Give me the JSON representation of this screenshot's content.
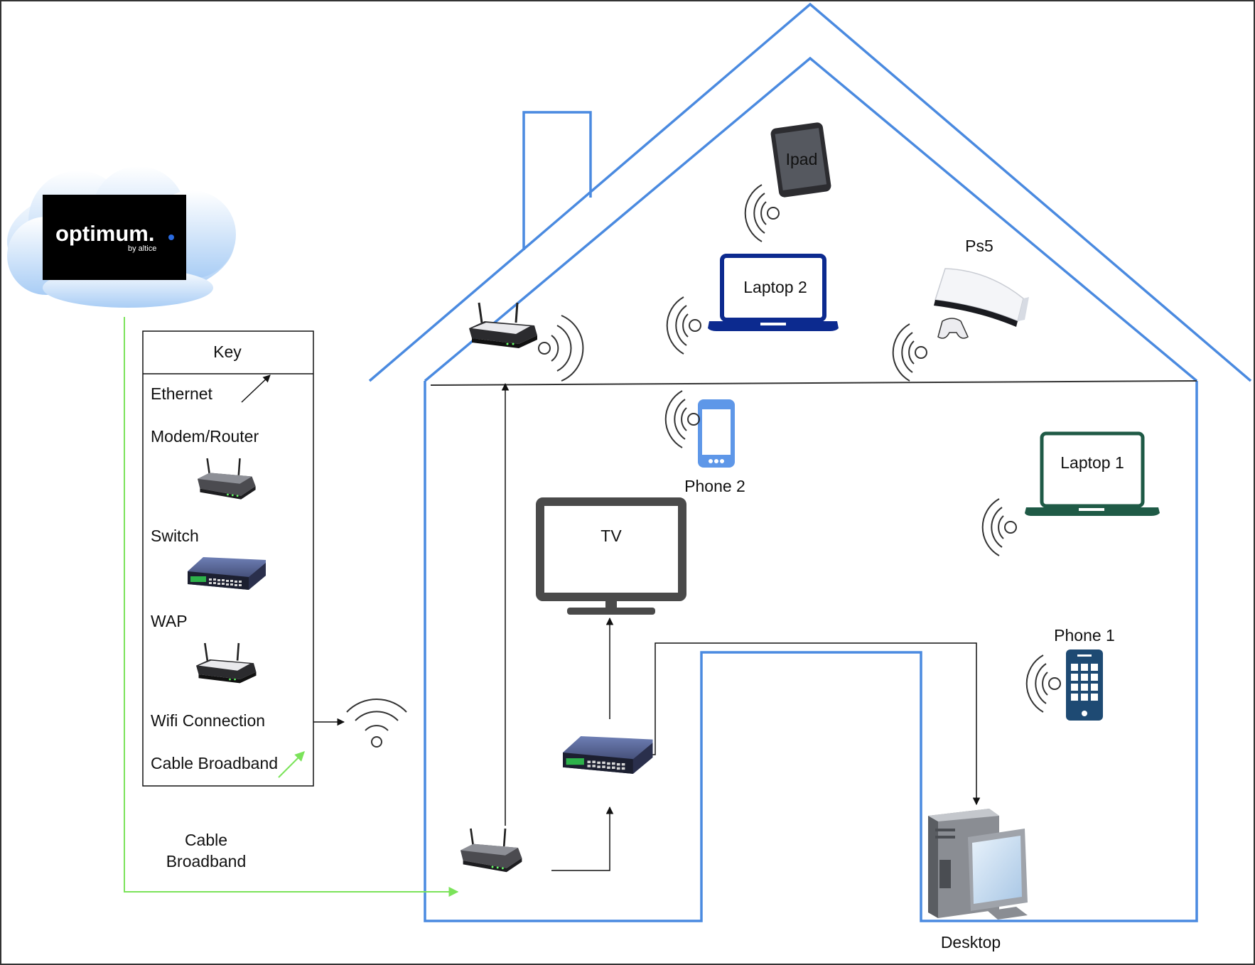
{
  "isp": {
    "brand": "optimum.",
    "tagline": "by altice"
  },
  "key": {
    "title": "Key",
    "ethernet": "Ethernet",
    "modem_router": "Modem/Router",
    "switch": "Switch",
    "wap": "WAP",
    "wifi": "Wifi Connection",
    "cable": "Cable Broadband"
  },
  "labels": {
    "cable_broadband_line1": "Cable",
    "cable_broadband_line2": "Broadband",
    "tv": "TV",
    "ipad": "Ipad",
    "laptop2": "Laptop 2",
    "ps5": "Ps5",
    "phone2": "Phone 2",
    "laptop1": "Laptop 1",
    "phone1": "Phone 1",
    "desktop": "Desktop"
  },
  "colors": {
    "house_outline": "#4a8ae0",
    "cable_line": "#7be35a",
    "ethernet_line": "#111111",
    "laptop2": "#0c2a8f",
    "laptop1": "#1f5a46",
    "phone2": "#5e97e8",
    "phone1": "#1e4a73",
    "tv": "#4a4a4a",
    "cloud": "#b8d5f5"
  },
  "icons": [
    "router-icon",
    "switch-icon",
    "wap-icon",
    "wifi-icon",
    "cloud-icon",
    "tablet-icon",
    "laptop-icon",
    "phone-icon",
    "tv-icon",
    "desktop-icon",
    "game-console-icon"
  ]
}
